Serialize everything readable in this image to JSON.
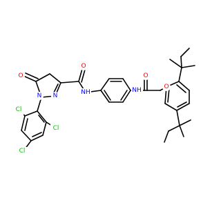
{
  "atoms": {
    "O_keto": {
      "text": "O",
      "color": "#ff0000"
    },
    "N1_ring": {
      "text": "N",
      "color": "#0000ff"
    },
    "N2_ring": {
      "text": "N",
      "color": "#0000ff"
    },
    "O_amide1": {
      "text": "O",
      "color": "#ff0000"
    },
    "NH_amide1": {
      "text": "NH",
      "color": "#0000ff"
    },
    "NH_amide2": {
      "text": "NH",
      "color": "#0000ff"
    },
    "O_amide2": {
      "text": "O",
      "color": "#ff0000"
    },
    "O_ether": {
      "text": "O",
      "color": "#ff0000"
    },
    "Cl_top": {
      "text": "Cl",
      "color": "#00c000"
    },
    "Cl_right": {
      "text": "Cl",
      "color": "#00c000"
    },
    "Cl_bottom": {
      "text": "Cl",
      "color": "#00c000"
    }
  }
}
